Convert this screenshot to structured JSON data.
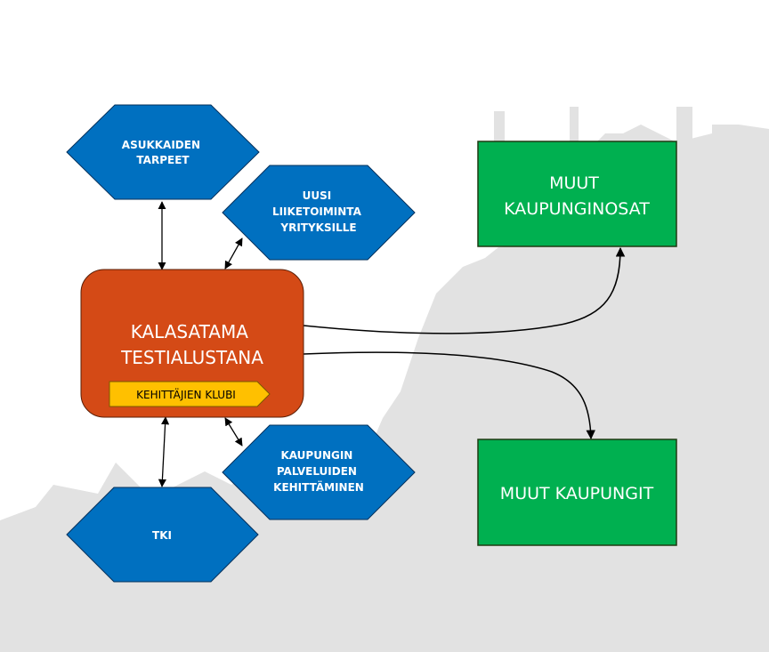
{
  "colors": {
    "hexagon": "#0070c0",
    "hexagon_stroke": "#002f5a",
    "main_box": "#d44a16",
    "green_box": "#00b050",
    "tag": "#ffc000",
    "silhouette": "#e2e2e2",
    "arrow": "#000000"
  },
  "nodes": {
    "residents_needs": {
      "lines": [
        "ASUKKAIDEN",
        "TARPEET"
      ]
    },
    "new_business": {
      "lines": [
        "UUSI",
        "LIIKETOIMINTA",
        "YRITYKSILLE"
      ]
    },
    "main_platform": {
      "lines": [
        "KALASATAMA",
        "TESTIALUSTANA"
      ]
    },
    "developers_club": {
      "label": "KEHITTÄJIEN KLUBI"
    },
    "city_services": {
      "lines": [
        "KAUPUNGIN",
        "PALVELUIDEN",
        "KEHITTÄMINEN"
      ]
    },
    "tki": {
      "lines": [
        "TKI"
      ]
    },
    "other_districts": {
      "lines": [
        "MUUT",
        "KAUPUNGINOSAT"
      ]
    },
    "other_cities": {
      "lines": [
        "MUUT KAUPUNGIT"
      ]
    }
  }
}
